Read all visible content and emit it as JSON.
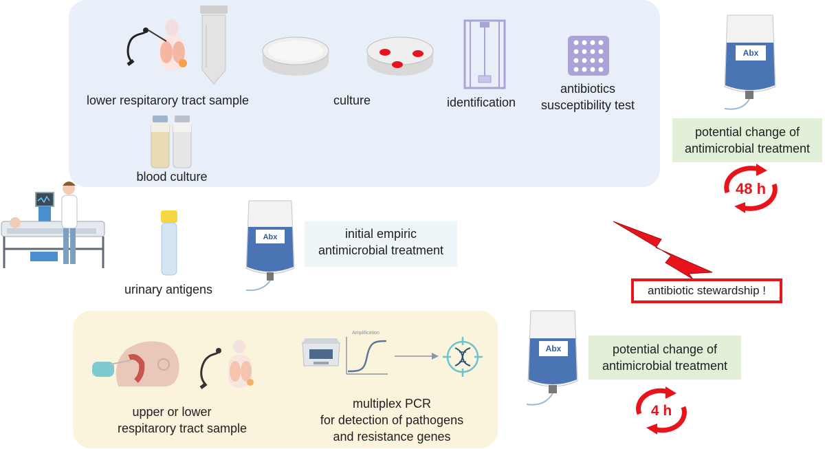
{
  "top_panel": {
    "lower_sample_label": "lower respitarory tract sample",
    "culture_label": "culture",
    "identification_label": "identification",
    "ast_line1": "antibiotics",
    "ast_line2": "susceptibility test",
    "blood_culture_label": "blood culture"
  },
  "middle": {
    "urinary_label": "urinary antigens",
    "empiric_line1": "initial empiric",
    "empiric_line2": "antimicrobial treatment",
    "stewardship_label": "antibiotic stewardship !"
  },
  "bottom_panel": {
    "sample_line1": "upper or lower",
    "sample_line2": "respitarory tract sample",
    "pcr_line1": "multiplex PCR",
    "pcr_line2": "for detection of pathogens",
    "pcr_line3": "and resistance genes",
    "amplification_label": "Amplification"
  },
  "right_top": {
    "change_line1": "potential change of",
    "change_line2": "antimicrobial treatment",
    "time_label": "48 h"
  },
  "right_bottom": {
    "change_line1": "potential change of",
    "change_line2": "antimicrobial treatment",
    "time_label": "4 h"
  },
  "bag_label": "Abx",
  "colors": {
    "top_panel": "#e8eff9",
    "bottom_panel": "#fbf4dc",
    "green_box": "#e2f0d9",
    "alert_red": "#e8141c",
    "bag_blue": "#4a74b4",
    "lab_purple": "#a9a3d8"
  }
}
